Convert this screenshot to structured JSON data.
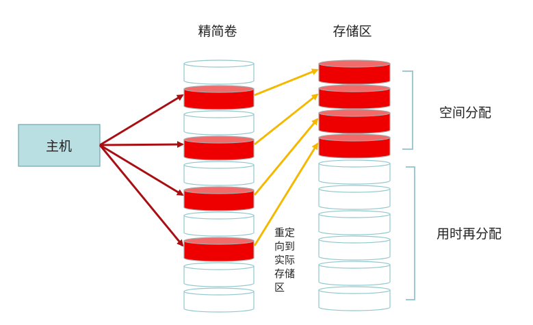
{
  "labels": {
    "thin_volume": "精简卷",
    "storage_pool": "存储区",
    "host": "主机",
    "space_allocated": "空间分配",
    "allocate_on_use": "用时再分配",
    "redirect_lines": [
      "重定",
      "向到",
      "实际",
      "存储",
      "区"
    ]
  },
  "colors": {
    "host_fill": "#b9dfe2",
    "host_stroke": "#6ea7ad",
    "disk_empty_fill": "#ffffff",
    "disk_empty_stroke": "#8fc7cc",
    "disk_used_fill": "#ee0000",
    "disk_used_top": "#f26b6b",
    "arrow_host": "#a80f12",
    "arrow_redirect": "#f5b800",
    "bracket": "#9ec9cf"
  },
  "thin_volume_slots": [
    "empty",
    "used",
    "empty",
    "used",
    "empty",
    "used",
    "empty",
    "used",
    "empty",
    "empty"
  ],
  "storage_slots": [
    "used",
    "used",
    "used",
    "used",
    "empty",
    "empty",
    "empty",
    "empty",
    "empty",
    "empty"
  ]
}
